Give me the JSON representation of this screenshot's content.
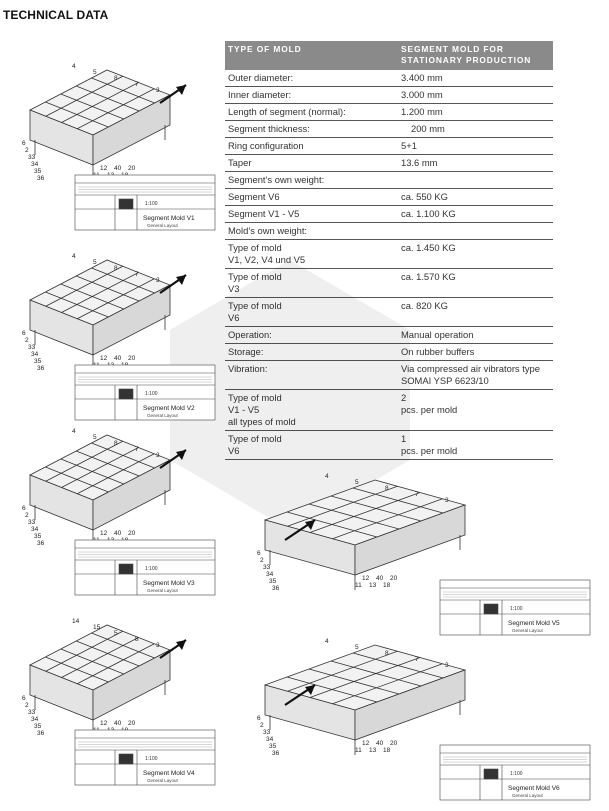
{
  "page": {
    "title": "TECHNICAL DATA"
  },
  "table": {
    "header": {
      "col1": "TYPE OF MOLD",
      "col2": "SEGMENT MOLD FOR STATIONARY PRODUCTION"
    },
    "rows": [
      {
        "label": "Outer diameter:",
        "value": "3.400 mm"
      },
      {
        "label": "Inner diameter:",
        "value": "3.000 mm"
      },
      {
        "label": "Length of segment (normal):",
        "value": "1.200 mm"
      },
      {
        "label": "Segment thickness:",
        "value": "200 mm"
      },
      {
        "label": "Ring configuration",
        "value": "5+1"
      },
      {
        "label": "Taper",
        "value": "13.6 mm"
      },
      {
        "label": "Segment’s own weight:",
        "value": ""
      },
      {
        "label": "Segment V6",
        "value": "ca. 550 KG"
      },
      {
        "label": "Segment V1 - V5",
        "value": "ca. 1.100 KG"
      },
      {
        "label": "Mold’s own weight:",
        "value": ""
      },
      {
        "label": "Type of mold\nV1, V2, V4 und V5",
        "value": "ca. 1.450 KG"
      },
      {
        "label": "Type of mold\nV3",
        "value": "ca. 1.570 KG"
      },
      {
        "label": "Type of mold\nV6",
        "value": "ca. 820 KG"
      },
      {
        "label": "Operation:",
        "value": "Manual operation"
      },
      {
        "label": "Storage:",
        "value": "On rubber buffers"
      },
      {
        "label": "Vibration:",
        "value": "Via compressed air vibrators type\nSOMAI YSP 6623/10"
      },
      {
        "label": "Type of mold\nV1 - V5\nall types of mold",
        "value": "2\npcs. per mold"
      },
      {
        "label": "Type of mold\nV6",
        "value": "1\npcs. per mold"
      }
    ]
  },
  "drawings": [
    {
      "caption": "Segment Mold V1",
      "sub": "General Layout",
      "scale": "1:100",
      "callouts": [
        "4",
        "5",
        "8",
        "7",
        "3",
        "11",
        "12",
        "13",
        "40",
        "18",
        "20",
        "6",
        "2",
        "33",
        "34",
        "35",
        "36"
      ]
    },
    {
      "caption": "Segment Mold V2",
      "sub": "General Layout",
      "scale": "1:100",
      "callouts": [
        "4",
        "5",
        "8",
        "7",
        "3",
        "11",
        "12",
        "13",
        "40",
        "18",
        "20",
        "6",
        "2",
        "33",
        "34",
        "35",
        "36"
      ]
    },
    {
      "caption": "Segment Mold V3",
      "sub": "General Layout",
      "scale": "1:100",
      "callouts": [
        "4",
        "5",
        "8",
        "7",
        "3",
        "11",
        "12",
        "13",
        "40",
        "18",
        "20",
        "6",
        "2",
        "33",
        "34",
        "35",
        "36"
      ]
    },
    {
      "caption": "Segment Mold V4",
      "sub": "General Layout",
      "scale": "1:100",
      "callouts": [
        "14",
        "15",
        "5",
        "8",
        "3",
        "11",
        "12",
        "13",
        "40",
        "18",
        "20",
        "6",
        "2",
        "33",
        "34",
        "35",
        "36"
      ]
    },
    {
      "caption": "Segment Mold V5",
      "sub": "General Layout",
      "scale": "1:100",
      "callouts": [
        "4",
        "5",
        "8",
        "7",
        "3",
        "11",
        "12",
        "13",
        "40",
        "18",
        "20",
        "6",
        "2",
        "33",
        "34",
        "35",
        "36"
      ]
    },
    {
      "caption": "Segment Mold V6",
      "sub": "General Layout",
      "scale": "1:100",
      "callouts": [
        "4",
        "5",
        "8",
        "7",
        "3",
        "11",
        "12",
        "13",
        "40",
        "18",
        "20",
        "6",
        "2",
        "33",
        "34",
        "35",
        "36"
      ]
    }
  ]
}
